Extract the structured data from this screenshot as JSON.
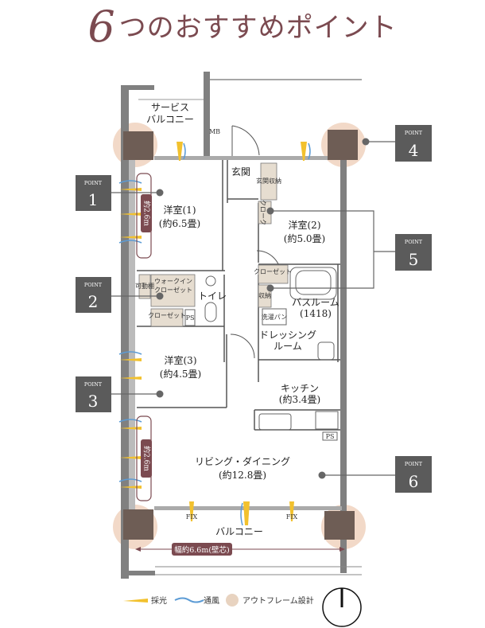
{
  "title": {
    "number": "6",
    "text": "つのおすすめポイント"
  },
  "rooms": {
    "service_balcony": [
      "サービス",
      "バルコニー"
    ],
    "mb": "MB",
    "entrance": "玄関",
    "entrance_storage": "玄関収納",
    "closet_small": "クローク",
    "room1": [
      "洋室(1)",
      "(約6.5畳)"
    ],
    "room2": [
      "洋室(2)",
      "(約5.0畳)"
    ],
    "room3": [
      "洋室(3)",
      "(約4.5畳)"
    ],
    "walkin": [
      "ウォークイン",
      "クローゼット"
    ],
    "closet": "クローゼット",
    "closet2": "クローゼット",
    "movable_shelf": "可動棚",
    "storage": "収納",
    "ps": "PS",
    "toilet": "トイレ",
    "bathroom": [
      "バスルーム",
      "(1418)"
    ],
    "laundry_pan": "洗濯パン",
    "dressing": [
      "ドレッシング",
      "ルーム"
    ],
    "kitchen": [
      "キッチン",
      "(約3.4畳)"
    ],
    "living": [
      "リビング・ダイニング",
      "(約12.8畳)"
    ],
    "balcony": "バルコニー",
    "fix": "FIX"
  },
  "dimensions": {
    "window_height_1": "約2.6m",
    "window_height_2": "約2.6m",
    "balcony_width": "幅約6.6m(壁芯)"
  },
  "points": [
    {
      "label": "POINT",
      "number": "1"
    },
    {
      "label": "POINT",
      "number": "2"
    },
    {
      "label": "POINT",
      "number": "3"
    },
    {
      "label": "POINT",
      "number": "4"
    },
    {
      "label": "POINT",
      "number": "5"
    },
    {
      "label": "POINT",
      "number": "6"
    }
  ],
  "legend": {
    "light": "採光",
    "wind": "通風",
    "outframe": "アウトフレーム設計"
  },
  "colors": {
    "accent": "#7b4a50",
    "point_box": "#5b5b5b",
    "wall": "#7b7b7b",
    "column": "#6e5d55",
    "outframe": "#f2d9c8",
    "storage": "#e6ddd0",
    "light": "#f2c12e",
    "wind": "#5b9bd5"
  }
}
